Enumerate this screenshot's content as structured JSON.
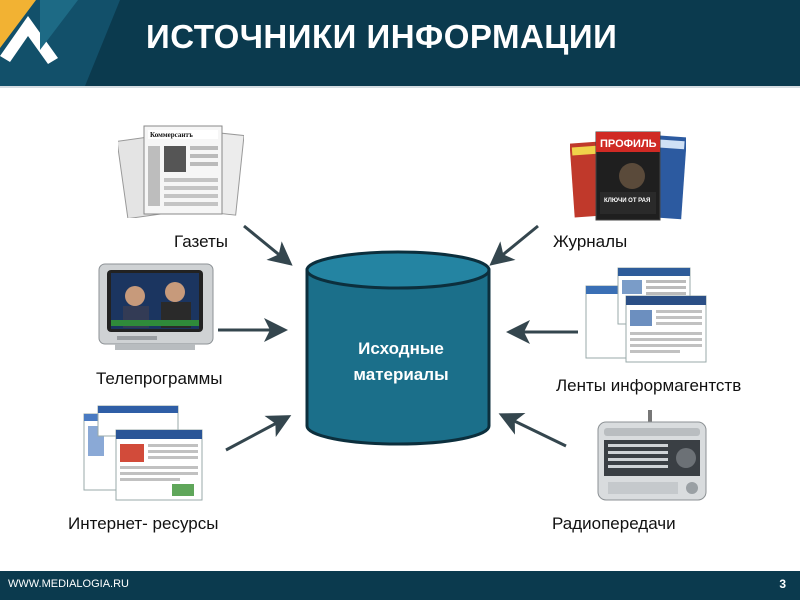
{
  "header": {
    "title": "ИСТОЧНИКИ ИНФОРМАЦИИ"
  },
  "center": {
    "line1": "Исходные",
    "line2": "материалы"
  },
  "sources": {
    "newspapers": "Газеты",
    "magazines": "Журналы",
    "tv": "Телепрограммы",
    "news_feeds": "Ленты информагентств",
    "internet": "Интернет- ресурсы",
    "radio": "Радиопередачи"
  },
  "newspaper_masthead": "Коммерсантъ",
  "magazine_titles": {
    "profile": "ПРОФИЛЬ",
    "headline": "КЛЮЧИ ОТ РАЯ"
  },
  "footer": {
    "site": "WWW.MEDIALOGIA.RU",
    "page": "3"
  },
  "colors": {
    "header_bg": "#0b3a4e",
    "cylinder": "#1b6f8a",
    "arrow": "#34464e"
  }
}
